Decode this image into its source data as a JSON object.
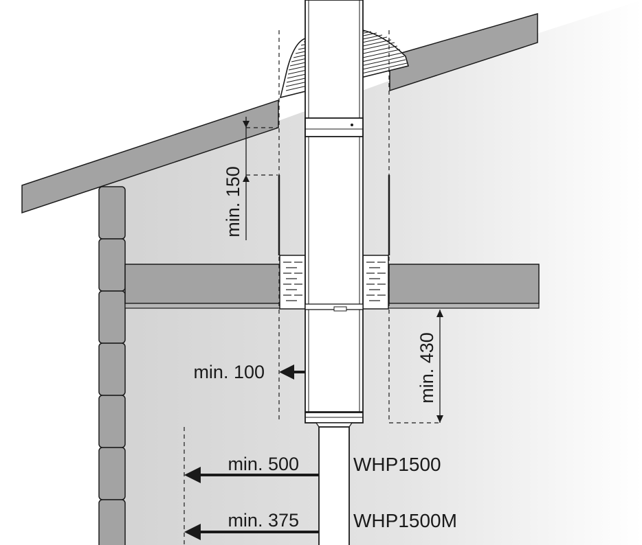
{
  "labels": {
    "roof_clearance": "min. 150",
    "wall_clearance": "min. 100",
    "ceiling_clearance": "min. 430",
    "clearance_whp1500": "min. 500",
    "clearance_whp1500m": "min. 375"
  },
  "models": {
    "model_1": "WHP1500",
    "model_2": "WHP1500M"
  },
  "colors": {
    "background": "#ffffff",
    "interior_gradient_start": "#d6d6d6",
    "structure_fill": "#a3a3a3",
    "line": "#1a1a1a",
    "pipe_fill": "#ffffff"
  }
}
